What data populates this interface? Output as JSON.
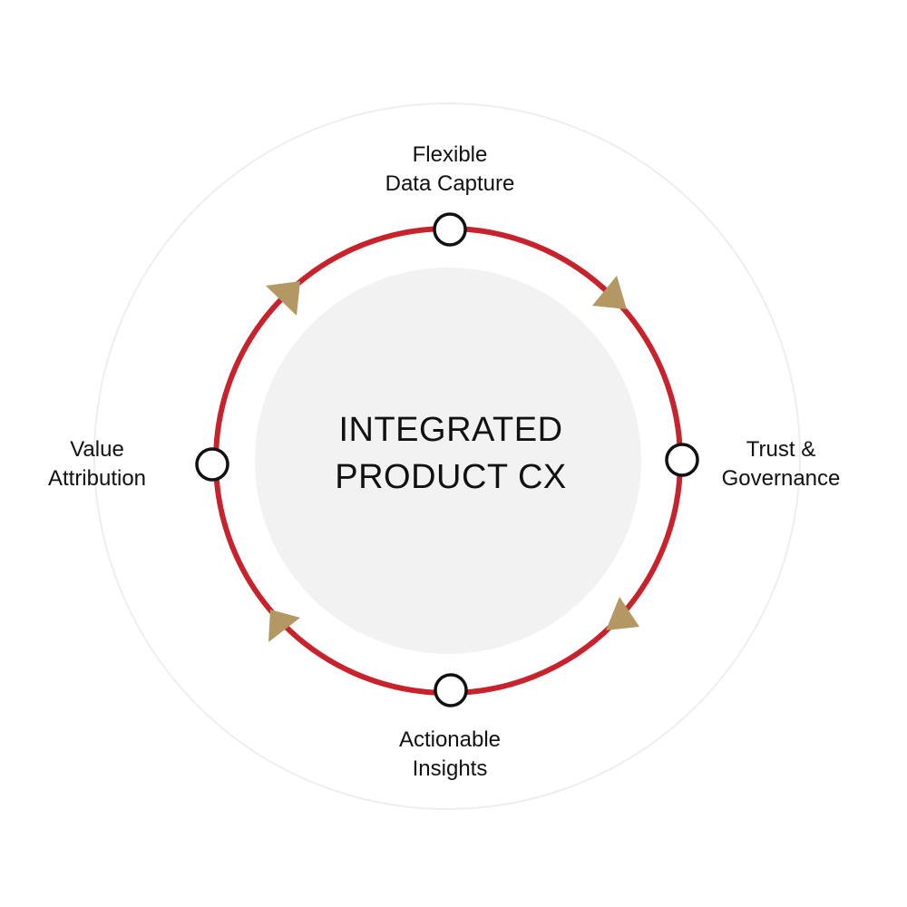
{
  "diagram": {
    "center_title": {
      "line1": "INTEGRATED",
      "line2": "PRODUCT CX"
    },
    "nodes": [
      {
        "id": "top",
        "line1": "Flexible",
        "line2": "Data Capture"
      },
      {
        "id": "right",
        "line1": "Trust &",
        "line2": "Governance"
      },
      {
        "id": "bottom",
        "line1": "Actionable",
        "line2": "Insights"
      },
      {
        "id": "left",
        "line1": "Value",
        "line2": "Attribution"
      }
    ],
    "flow_direction": "clockwise"
  },
  "colors": {
    "cycle_ring": "#c8232c",
    "arrow": "#b39864",
    "node_fill": "#ffffff",
    "node_stroke": "#111111",
    "inner_disc": "#f2f2f2",
    "outer_ring": "#eeeeee"
  }
}
